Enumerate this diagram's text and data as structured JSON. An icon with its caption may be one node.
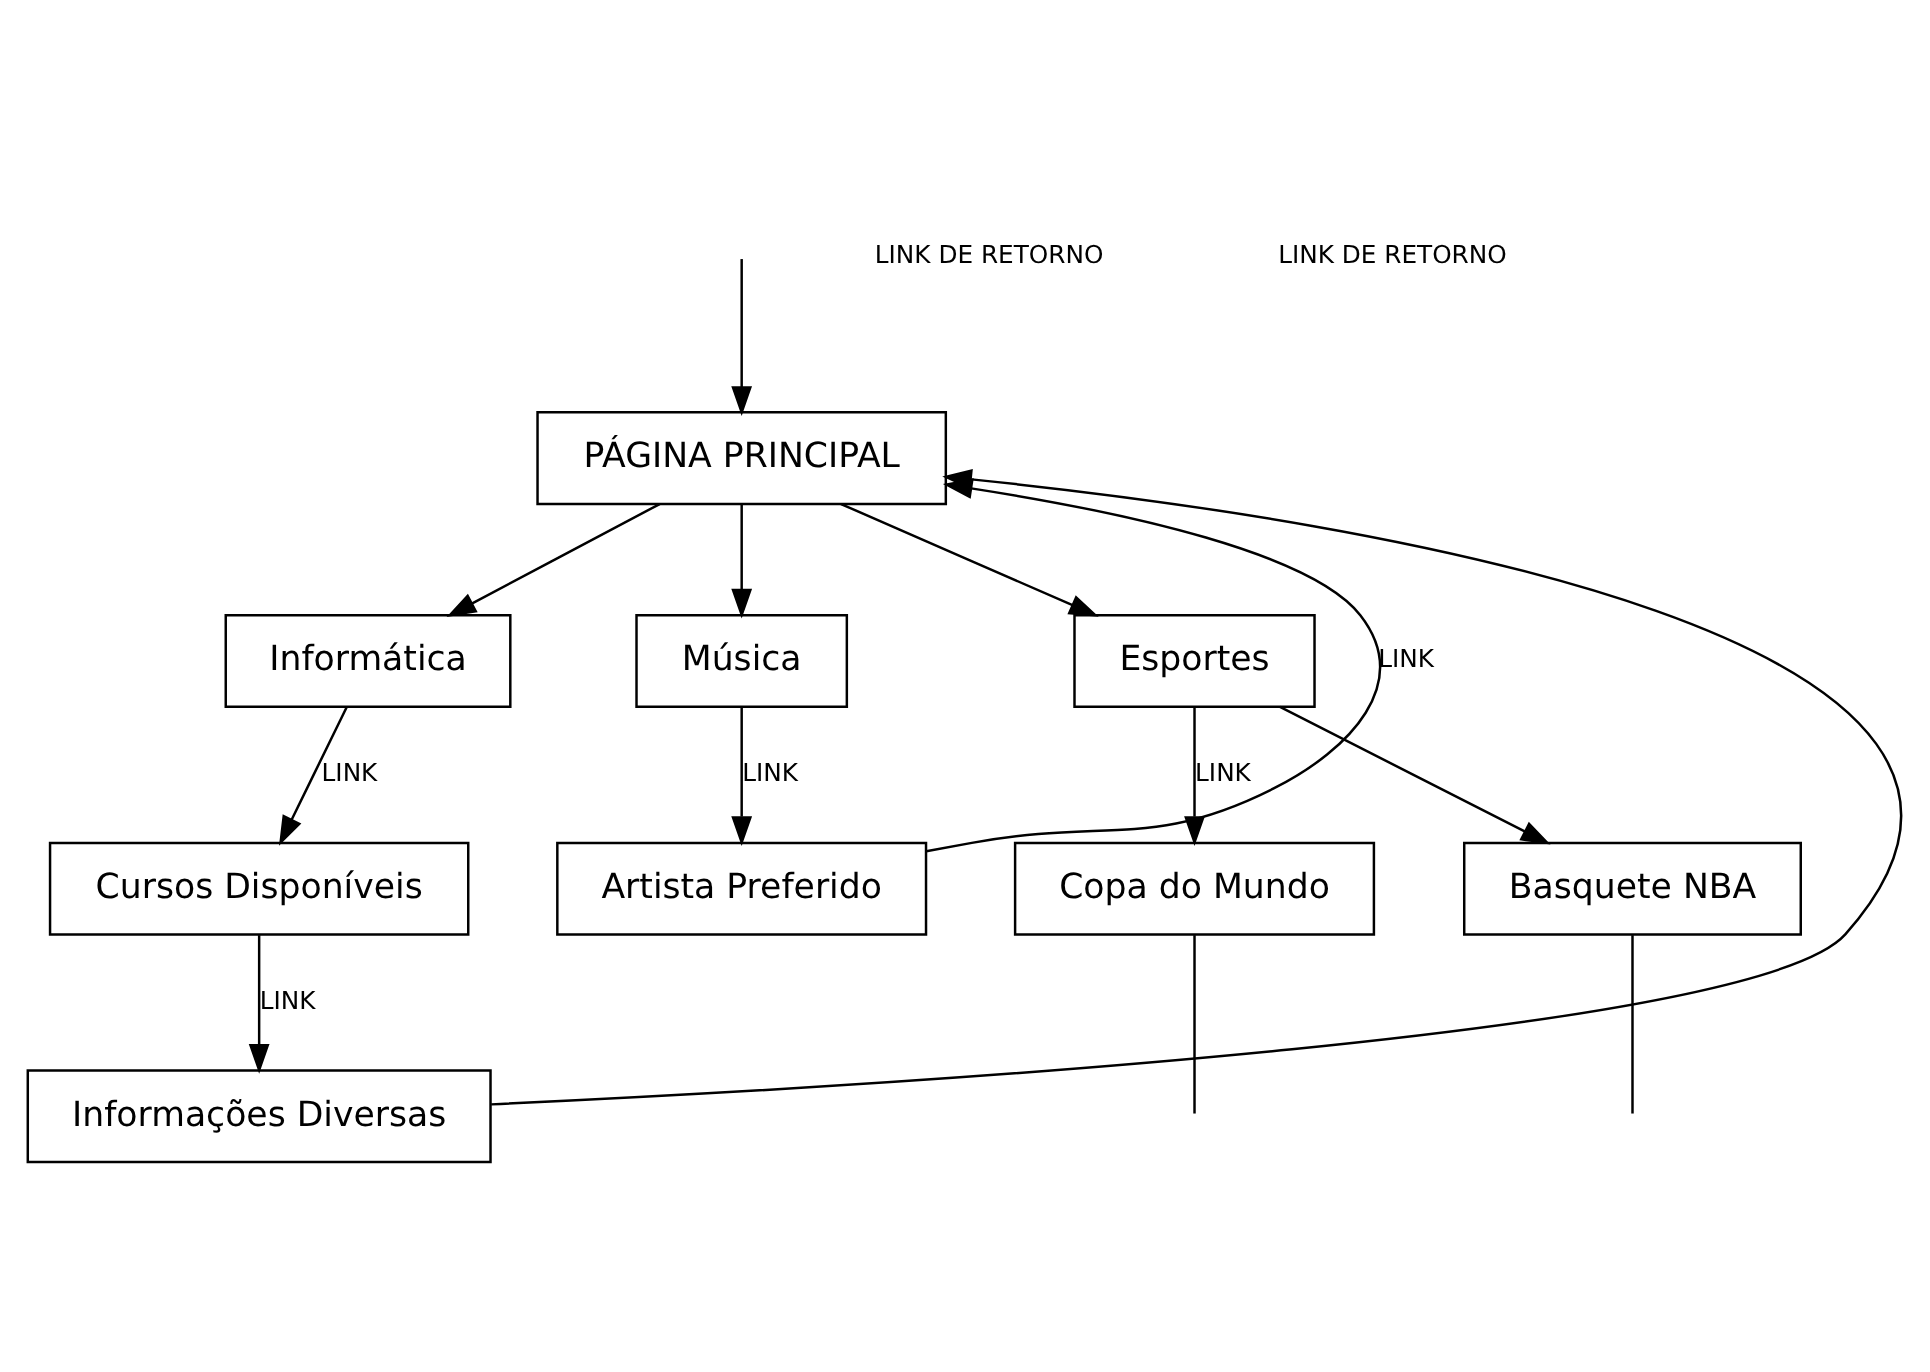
{
  "diagram": {
    "nodes": [
      {
        "text": [
          "PÁGINA PRINCIPAL"
        ]
      },
      {
        "text": [
          "Informática"
        ]
      },
      {
        "text": [
          "Música"
        ]
      },
      {
        "text": [
          "Esportes"
        ]
      },
      {
        "text": [
          "Cursos Disponíveis"
        ]
      },
      {
        "text": [
          "Artista Preferido"
        ]
      },
      {
        "text": [
          "Copa do Mundo"
        ]
      },
      {
        "text": [
          "Basquete NBA"
        ]
      },
      {
        "text": [
          "Informações Diversas"
        ]
      }
    ],
    "edges": [
      {
        "from": 0,
        "to": 1,
        "arrow": "to"
      },
      {
        "from": 0,
        "to": 2,
        "arrow": "to"
      },
      {
        "from": 0,
        "to": 3,
        "arrow": "to"
      },
      {
        "from": 1,
        "to": 4,
        "label": "LINK",
        "arrow": "to"
      },
      {
        "from": 2,
        "to": 5,
        "label": "LINK",
        "arrow": "to"
      },
      {
        "from": 3,
        "to": 6,
        "label": "LINK",
        "arrow": "to"
      },
      {
        "from": 3,
        "to": 7,
        "arrow": "to"
      },
      {
        "from": 4,
        "to": 8,
        "label": "LINK",
        "arrow": "to"
      },
      {
        "from": 8,
        "to": 0,
        "arrow": "to"
      },
      {
        "from": 5,
        "to": 0,
        "label": "LINK",
        "arrow": "to"
      },
      {
        "from": 6,
        "to": null,
        "arrow": "none"
      },
      {
        "from": 7,
        "to": null,
        "arrow": "none"
      },
      {
        "from": null,
        "to": 0,
        "arrow": "to"
      }
    ],
    "labels": [
      "LINK DE RETORNO",
      "LINK DE RETORNO"
    ]
  }
}
